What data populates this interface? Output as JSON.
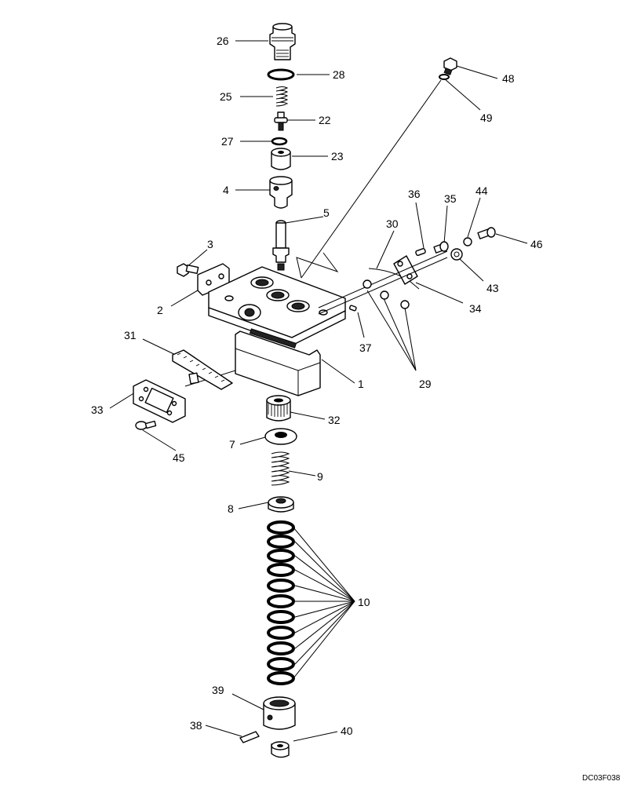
{
  "diagram": {
    "reference_code": "DC03F038",
    "callouts": {
      "p1": "1",
      "p2": "2",
      "p3": "3",
      "p4": "4",
      "p5": "5",
      "p7": "7",
      "p8": "8",
      "p9": "9",
      "p10": "10",
      "p22": "22",
      "p23": "23",
      "p25": "25",
      "p26": "26",
      "p27": "27",
      "p28": "28",
      "p29": "29",
      "p30": "30",
      "p31": "31",
      "p32": "32",
      "p33": "33",
      "p34": "34",
      "p35": "35",
      "p36": "36",
      "p37": "37",
      "p38": "38",
      "p39": "39",
      "p40": "40",
      "p43": "43",
      "p44": "44",
      "p45": "45",
      "p46": "46",
      "p48": "48",
      "p49": "49"
    }
  }
}
